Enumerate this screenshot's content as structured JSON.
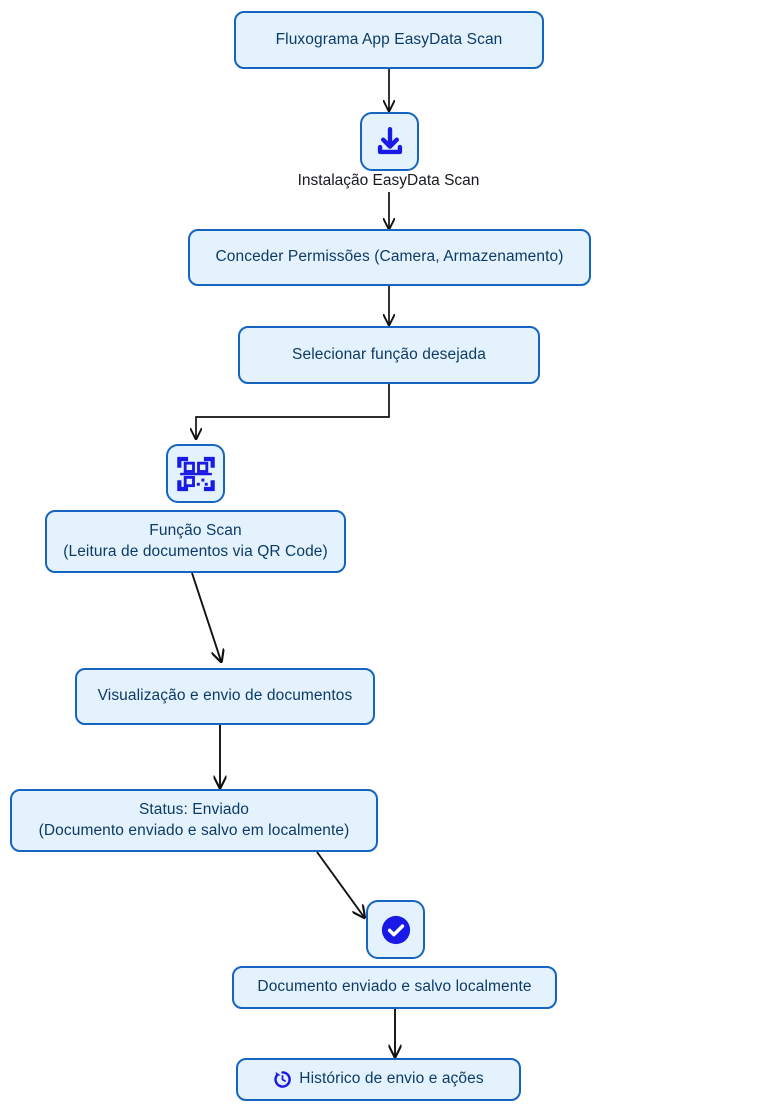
{
  "diagram": {
    "title": "Fluxograma App EasyData Scan",
    "type": "flowchart",
    "orientation": "top-to-bottom",
    "palette": {
      "node_fill": "#e3f2fd",
      "node_border": "#1565c0",
      "node_text": "#0d3b66",
      "icon_blue": "#1a1ae6",
      "edge": "#111111",
      "plain_text": "#16191d",
      "background": "#ffffff"
    },
    "nodes": [
      {
        "id": "start",
        "label": "Fluxograma App EasyData Scan",
        "shape": "rounded-rect"
      },
      {
        "id": "install-icon",
        "label": "",
        "icon": "download-icon",
        "shape": "icon-tile"
      },
      {
        "id": "install-label",
        "label": "Instalação EasyData Scan",
        "shape": "plain-text"
      },
      {
        "id": "permissions",
        "label": "Conceder Permissões (Camera, Armazenamento)",
        "shape": "rounded-rect"
      },
      {
        "id": "select-function",
        "label": "Selecionar função desejada",
        "shape": "rounded-rect"
      },
      {
        "id": "scan-icon",
        "label": "",
        "icon": "qr-code-scan-icon",
        "shape": "icon-tile"
      },
      {
        "id": "scan-function",
        "label_line1": "Função Scan",
        "label_line2": "(Leitura de documentos via QR Code)",
        "shape": "rounded-rect"
      },
      {
        "id": "view-send",
        "label": "Visualização e envio de documentos",
        "shape": "rounded-rect"
      },
      {
        "id": "status",
        "label_line1": "Status: Enviado",
        "label_line2": "(Documento enviado e salvo em localmente)",
        "shape": "rounded-rect"
      },
      {
        "id": "check-icon",
        "label": "",
        "icon": "check-circle-icon",
        "shape": "icon-tile"
      },
      {
        "id": "saved",
        "label": "Documento enviado e salvo localmente",
        "shape": "rounded-rect"
      },
      {
        "id": "history",
        "label": "Histórico de envio e ações",
        "icon": "history-icon",
        "shape": "rounded-rect"
      }
    ],
    "edges": [
      {
        "from": "start",
        "to": "install-icon",
        "style": "straight-vertical-arrow"
      },
      {
        "from": "install-label",
        "to": "permissions",
        "style": "straight-vertical-arrow"
      },
      {
        "from": "permissions",
        "to": "select-function",
        "style": "straight-vertical-arrow"
      },
      {
        "from": "select-function",
        "to": "scan-icon",
        "style": "elbow-arrow"
      },
      {
        "from": "scan-function",
        "to": "view-send",
        "style": "diagonal-arrow"
      },
      {
        "from": "view-send",
        "to": "status",
        "style": "straight-vertical-arrow"
      },
      {
        "from": "status",
        "to": "check-icon",
        "style": "diagonal-arrow"
      },
      {
        "from": "saved",
        "to": "history",
        "style": "straight-vertical-arrow"
      }
    ]
  }
}
